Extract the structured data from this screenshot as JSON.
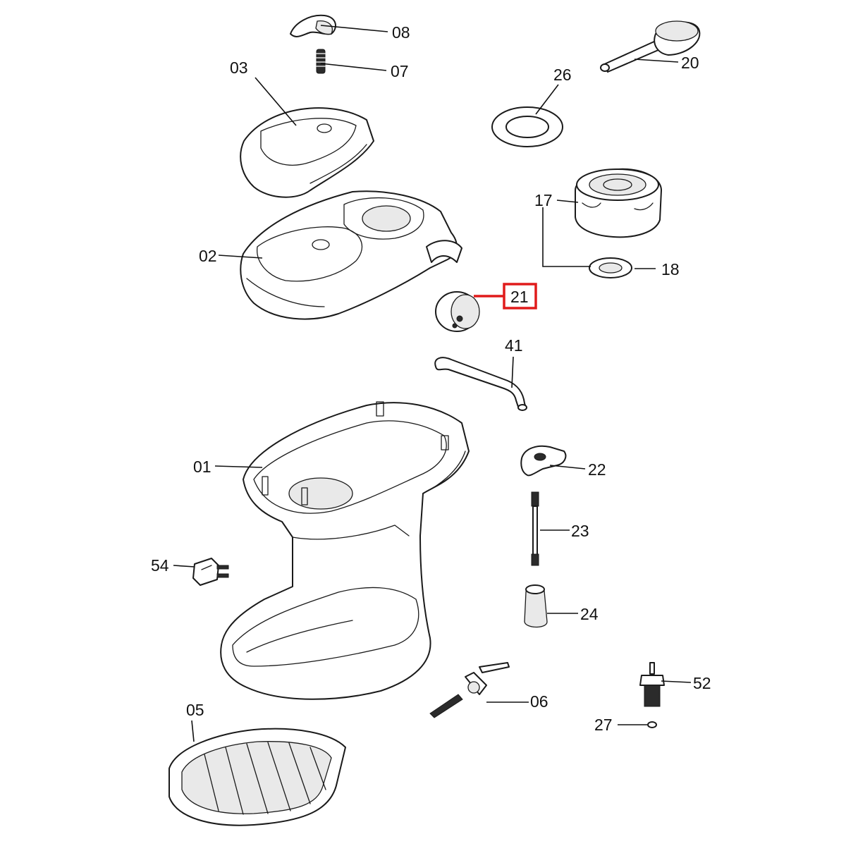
{
  "callouts": [
    {
      "id": "08",
      "text": "08"
    },
    {
      "id": "03",
      "text": "03"
    },
    {
      "id": "07",
      "text": "07"
    },
    {
      "id": "20",
      "text": "20"
    },
    {
      "id": "26",
      "text": "26"
    },
    {
      "id": "17",
      "text": "17"
    },
    {
      "id": "02",
      "text": "02"
    },
    {
      "id": "18",
      "text": "18"
    },
    {
      "id": "21",
      "text": "21",
      "highlighted": true
    },
    {
      "id": "41",
      "text": "41"
    },
    {
      "id": "01",
      "text": "01"
    },
    {
      "id": "22",
      "text": "22"
    },
    {
      "id": "23",
      "text": "23"
    },
    {
      "id": "54",
      "text": "54"
    },
    {
      "id": "24",
      "text": "24"
    },
    {
      "id": "52",
      "text": "52"
    },
    {
      "id": "06",
      "text": "06"
    },
    {
      "id": "27",
      "text": "27"
    },
    {
      "id": "05",
      "text": "05"
    }
  ],
  "colors": {
    "highlight": "#e01b1b",
    "linework": "#1a1a1a",
    "background": "#ffffff"
  }
}
